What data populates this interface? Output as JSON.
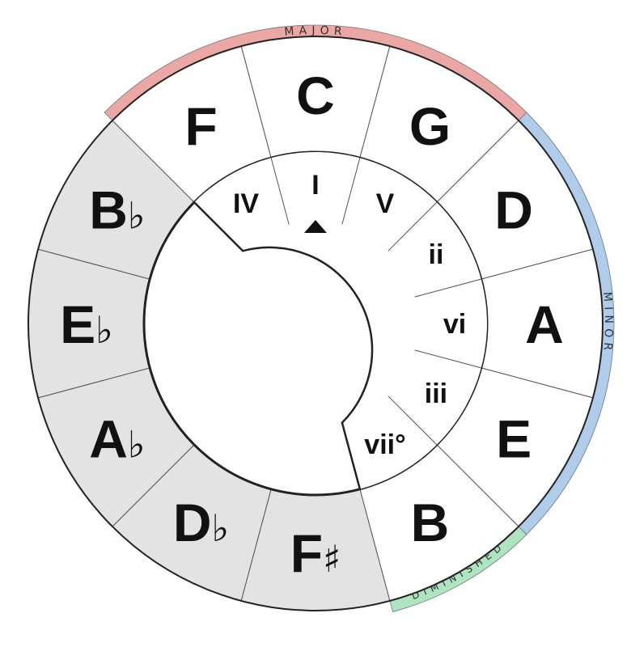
{
  "arcs": {
    "major": {
      "label": "MAJOR",
      "color": "#eaa7a4"
    },
    "minor": {
      "label": "MINOR",
      "color": "#afcceb"
    },
    "diminished": {
      "label": "DIMINISHED",
      "color": "#aee4c0"
    }
  },
  "colors": {
    "outline": "#222222",
    "divider": "#555555",
    "white_sector": "#ffffff",
    "gray_sector": "#e3e3e3"
  },
  "keys": [
    {
      "root": "C",
      "accidental": "",
      "shade": "white"
    },
    {
      "root": "G",
      "accidental": "",
      "shade": "white"
    },
    {
      "root": "D",
      "accidental": "",
      "shade": "white"
    },
    {
      "root": "A",
      "accidental": "",
      "shade": "white"
    },
    {
      "root": "E",
      "accidental": "",
      "shade": "white"
    },
    {
      "root": "B",
      "accidental": "",
      "shade": "white"
    },
    {
      "root": "F",
      "accidental": "♯",
      "shade": "gray"
    },
    {
      "root": "D",
      "accidental": "♭",
      "shade": "gray"
    },
    {
      "root": "A",
      "accidental": "♭",
      "shade": "gray"
    },
    {
      "root": "E",
      "accidental": "♭",
      "shade": "gray"
    },
    {
      "root": "B",
      "accidental": "♭",
      "shade": "gray"
    },
    {
      "root": "F",
      "accidental": "",
      "shade": "white"
    }
  ],
  "degrees": [
    "I",
    "V",
    "ii",
    "vi",
    "iii",
    "vii°",
    "IV"
  ],
  "pointer_icon": "triangle-up-icon"
}
